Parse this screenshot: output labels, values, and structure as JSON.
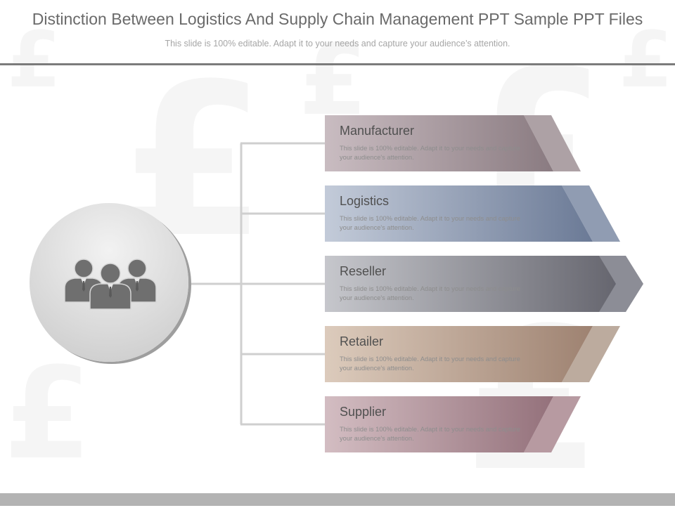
{
  "header": {
    "title": "Distinction Between Logistics And Supply Chain Management PPT Sample PPT Files",
    "subtitle": "This slide is 100% editable. Adapt it to your needs and capture your audience’s attention."
  },
  "watermark": {
    "glyph": "£"
  },
  "hub": {
    "icon": "people-group-icon",
    "color": "#6f6f6f"
  },
  "nodes": [
    {
      "label": "Manufacturer",
      "description": "This slide is 100% editable. Adapt it to your needs and capture your audience's attention.",
      "color_light": "#c9bcc1",
      "color_dark": "#8a7b81",
      "chevron_color": "#ada1a5"
    },
    {
      "label": "Logistics",
      "description": "This slide is 100% editable. Adapt it to your needs and capture your audience's attention.",
      "color_light": "#c3cbd9",
      "color_dark": "#6b7a96",
      "chevron_color": "#909cb2"
    },
    {
      "label": "Reseller",
      "description": "This slide is 100% editable. Adapt it to your needs and capture your audience's attention.",
      "color_light": "#c6c7cc",
      "color_dark": "#66666f",
      "chevron_color": "#8c8d96"
    },
    {
      "label": "Retailer",
      "description": "This slide is 100% editable. Adapt it to your needs and capture your audience's attention.",
      "color_light": "#dccbbc",
      "color_dark": "#9e8271",
      "chevron_color": "#bcab9e"
    },
    {
      "label": "Supplier",
      "description": "This slide is 100% editable. Adapt it to your needs and capture your audience's attention.",
      "color_light": "#d3bdc2",
      "color_dark": "#94717b",
      "chevron_color": "#b79aa1"
    }
  ]
}
